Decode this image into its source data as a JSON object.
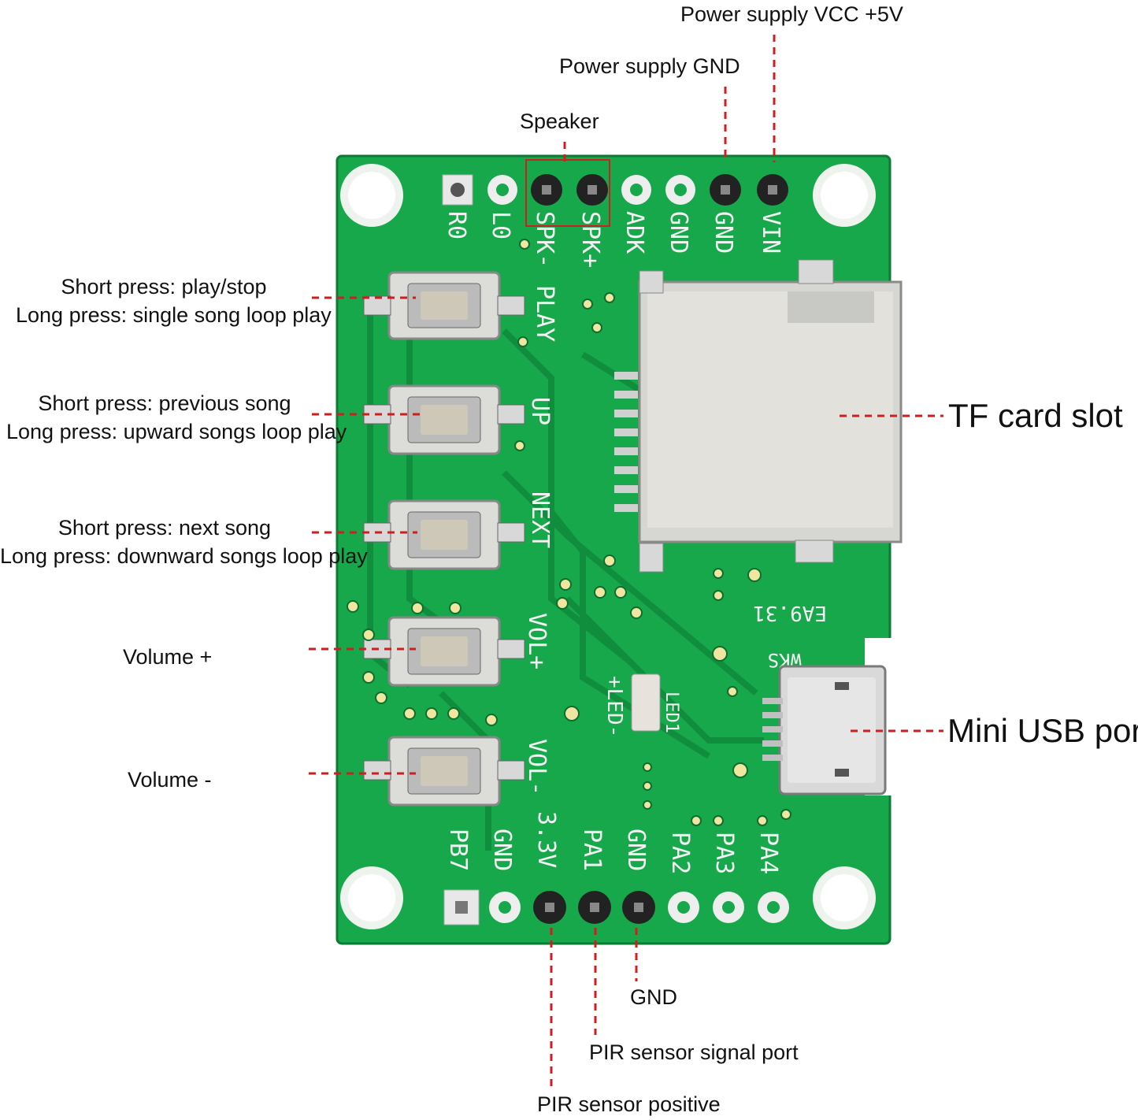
{
  "labels": {
    "vcc": "Power supply VCC +5V",
    "gnd_power": "Power supply GND",
    "speaker": "Speaker",
    "play_short": "Short press: play/stop",
    "play_long": "Long press: single song loop play",
    "prev_short": "Short press: previous song",
    "prev_long": "Long press: upward songs loop play",
    "next_short": "Short press: next song",
    "next_long": "Long press: downward songs loop play",
    "vol_up": "Volume +",
    "vol_down": "Volume -",
    "tf_card": "TF card slot",
    "usb": "Mini USB port",
    "gnd_bottom": "GND",
    "pir_signal": "PIR sensor signal port",
    "pir_positive": "PIR sensor positive"
  },
  "silkscreen": {
    "top_pins": [
      "R0",
      "L0",
      "SPK-",
      "SPK+",
      "ADK",
      "GND",
      "GND",
      "VIN"
    ],
    "bottom_pins": [
      "PB7",
      "GND",
      "3.3V",
      "PA1",
      "GND",
      "PA2",
      "PA3",
      "PA4"
    ],
    "buttons": [
      "PLAY",
      "UP",
      "NEXT",
      "VOL+",
      "VOL-"
    ],
    "misc": [
      "EA9.31",
      "WKS",
      "LED1",
      "+LED-"
    ]
  },
  "colors": {
    "pcb": "#16a34a",
    "pcb_dark": "#0e7a35",
    "leader": "#cc1f1f",
    "silk": "#f2f2f2"
  }
}
